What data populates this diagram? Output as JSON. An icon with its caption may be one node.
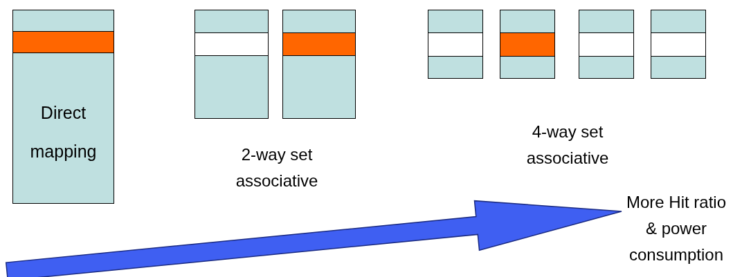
{
  "diagram": {
    "nodes": [
      {
        "text": [
          "Direct mapping"
        ]
      },
      {
        "text": [],
        "shape": "box"
      },
      {
        "text": [],
        "shape": "box"
      },
      {
        "text": [],
        "shape": "box"
      },
      {
        "text": [],
        "shape": "box"
      },
      {
        "text": [],
        "shape": "box"
      },
      {
        "text": [],
        "shape": "box"
      },
      {
        "text": [
          "More Hit ratio & power consumption"
        ]
      }
    ],
    "edges": [
      {
        "from": null,
        "to": 7,
        "arrow": "to",
        "style": "thick",
        "color": "#3f5ff2"
      }
    ],
    "labels": [
      "2-way set associative",
      "4-way set associative"
    ]
  }
}
